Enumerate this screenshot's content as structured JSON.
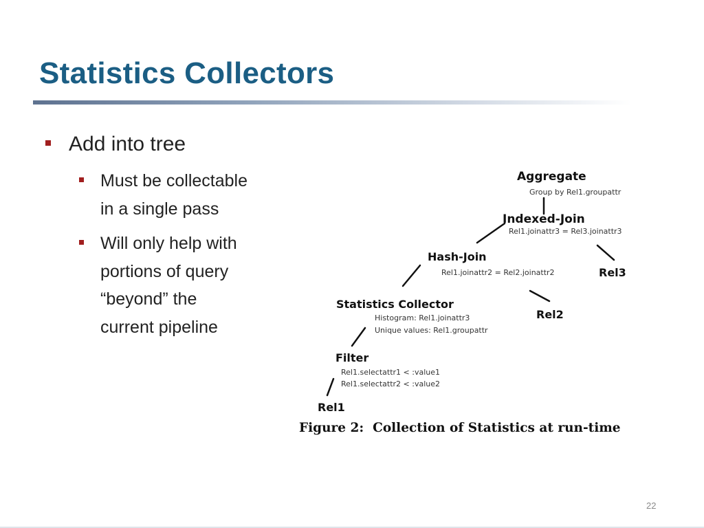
{
  "slide": {
    "title": "Statistics Collectors",
    "page_number": "22"
  },
  "bullets": [
    {
      "text": "Add into tree"
    },
    {
      "lines": [
        "Must be collectable",
        "in a single pass"
      ]
    },
    {
      "lines": [
        "Will only help with",
        "portions of query",
        "“beyond” the",
        "current pipeline"
      ]
    }
  ],
  "figure": {
    "caption": "Figure 2:  Collection of Statistics at run-time",
    "nodes": {
      "aggregate": {
        "name": "Aggregate",
        "attrs": [
          "Group by Rel1.groupattr"
        ]
      },
      "indexed_join": {
        "name": "Indexed-Join",
        "attrs": [
          "Rel1.joinattr3 = Rel3.joinattr3"
        ]
      },
      "hash_join": {
        "name": "Hash-Join",
        "attrs": [
          "Rel1.joinattr2 = Rel2.joinattr2"
        ]
      },
      "rel3": {
        "name": "Rel3"
      },
      "statistics_collector": {
        "name": "Statistics Collector",
        "attrs": [
          "Histogram: Rel1.joinattr3",
          "Unique values: Rel1.groupattr"
        ]
      },
      "rel2": {
        "name": "Rel2"
      },
      "filter": {
        "name": "Filter",
        "attrs": [
          "Rel1.selectattr1 < :value1",
          "Rel1.selectattr2 < :value2"
        ]
      },
      "rel1": {
        "name": "Rel1"
      }
    }
  },
  "colors": {
    "title": "#1b5e84",
    "bullet_marker": "#a11f1f",
    "text": "#222222"
  }
}
